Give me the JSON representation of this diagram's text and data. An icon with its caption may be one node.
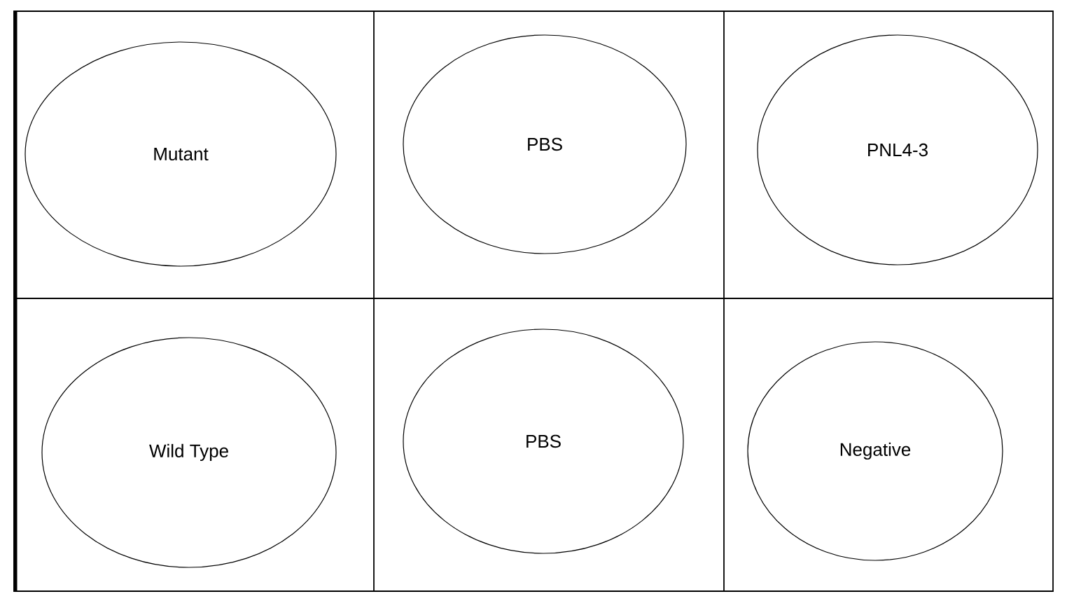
{
  "diagram": {
    "nodes": [
      {
        "text": [
          "Mutant"
        ]
      },
      {
        "text": [
          "PBS"
        ]
      },
      {
        "text": [
          "PNL4-3"
        ]
      },
      {
        "text": [
          "Wild Type"
        ]
      },
      {
        "text": [
          "PBS"
        ]
      },
      {
        "text": [
          "Negative"
        ]
      }
    ]
  }
}
